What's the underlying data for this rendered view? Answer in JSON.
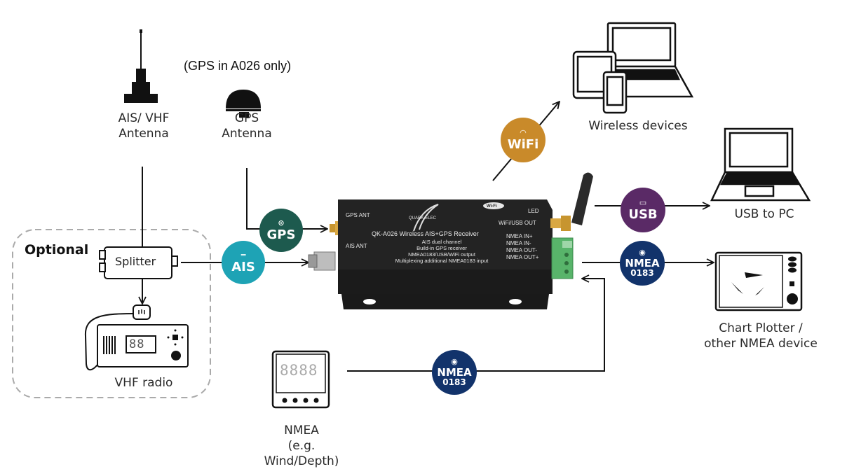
{
  "note": "(GPS in A026 only)",
  "optional_label": "Optional",
  "nodes": {
    "ais_antenna": {
      "line1": "AIS/ VHF",
      "line2": "Antenna"
    },
    "gps_antenna": {
      "line1": "GPS",
      "line2": "Antenna"
    },
    "splitter": {
      "label": "Splitter"
    },
    "vhf_radio": {
      "label": "VHF radio",
      "display": "88"
    },
    "wireless_devices": {
      "label": "Wireless devices"
    },
    "usb_pc": {
      "label": "USB to PC"
    },
    "chart_plotter": {
      "line1": "Chart Plotter /",
      "line2": "other NMEA device"
    },
    "nmea_instrument": {
      "line1": "NMEA",
      "line2": "(e.g. Wind/Depth)",
      "display": "8888"
    }
  },
  "badges": {
    "gps": {
      "label": "GPS",
      "icon": "location-pin-icon",
      "color": "#1d5a4e"
    },
    "ais": {
      "label": "AIS",
      "icon": "ship-icon",
      "color": "#1ea3b5"
    },
    "wifi": {
      "label": "WiFi",
      "icon": "wifi-icon",
      "color": "#c98a2a"
    },
    "usb": {
      "label": "USB",
      "icon": "usb-port-icon",
      "color": "#5a2a66"
    },
    "nmea_out": {
      "label": "NMEA",
      "sub": "0183",
      "icon": "target-icon",
      "color": "#12336b"
    },
    "nmea_in": {
      "label": "NMEA",
      "sub": "0183",
      "icon": "target-icon",
      "color": "#12336b"
    }
  },
  "receiver": {
    "brand": "QUARK-ELEC",
    "wifi_logo": "Wi-Fi",
    "gps_ant": "GPS ANT",
    "ais_ant": "AIS ANT",
    "led": "LED",
    "wifi_usb_out": "WiFi/USB OUT",
    "title": "QK-A026 Wireless AIS+GPS Receiver",
    "features": [
      "AIS dual channel",
      "Build-in GPS receiver",
      "NMEA0183/USB/WiFi output",
      "Multiplexing additional NMEA0183 input"
    ],
    "terminals": [
      "NMEA IN+",
      "NMEA IN-",
      "NMEA OUT-",
      "NMEA OUT+"
    ]
  }
}
